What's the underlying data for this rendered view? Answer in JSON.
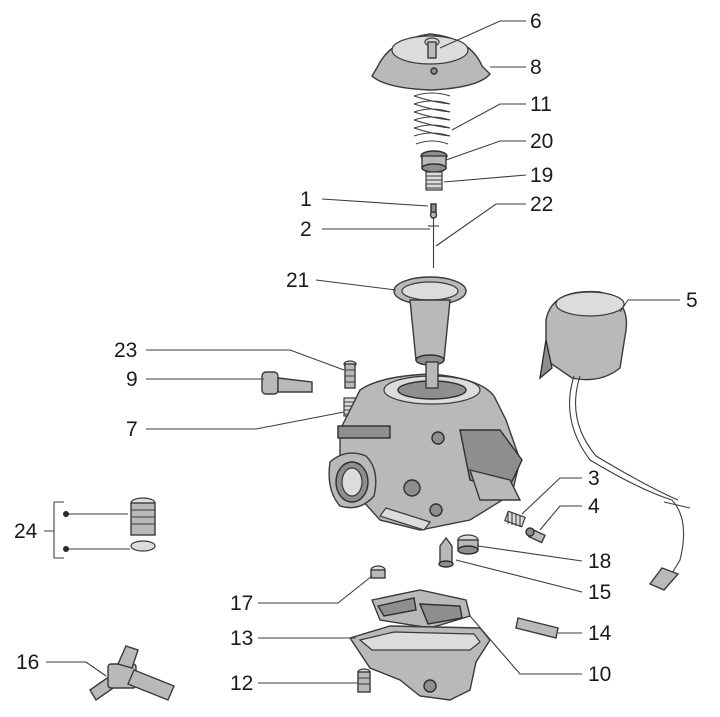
{
  "callouts": [
    {
      "id": "c6",
      "text": "6"
    },
    {
      "id": "c8",
      "text": "8"
    },
    {
      "id": "c11",
      "text": "11"
    },
    {
      "id": "c20",
      "text": "20"
    },
    {
      "id": "c19",
      "text": "19"
    },
    {
      "id": "c1",
      "text": "1"
    },
    {
      "id": "c22",
      "text": "22"
    },
    {
      "id": "c2",
      "text": "2"
    },
    {
      "id": "c21",
      "text": "21"
    },
    {
      "id": "c5",
      "text": "5"
    },
    {
      "id": "c23",
      "text": "23"
    },
    {
      "id": "c9",
      "text": "9"
    },
    {
      "id": "c7",
      "text": "7"
    },
    {
      "id": "c3",
      "text": "3"
    },
    {
      "id": "c4",
      "text": "4"
    },
    {
      "id": "c24",
      "text": "24"
    },
    {
      "id": "c18",
      "text": "18"
    },
    {
      "id": "c15",
      "text": "15"
    },
    {
      "id": "c17",
      "text": "17"
    },
    {
      "id": "c14",
      "text": "14"
    },
    {
      "id": "c13",
      "text": "13"
    },
    {
      "id": "c16",
      "text": "16"
    },
    {
      "id": "c10",
      "text": "10"
    },
    {
      "id": "c12",
      "text": "12"
    }
  ],
  "colors": {
    "line": "#3c3c3c",
    "part": "#b9b9b9",
    "part_dark": "#8e8e8e",
    "label": "#1a1a1a"
  }
}
